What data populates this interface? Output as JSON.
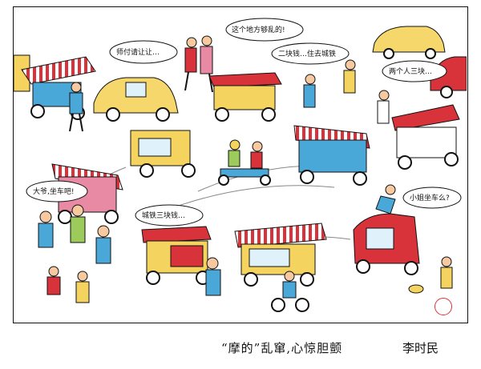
{
  "cartoon": {
    "speech": {
      "driver_where": "师付请让让…",
      "couple": "这个地方够乱的!",
      "two_yuan": "二块钱…住去城铁",
      "two_people": "两个人三块…",
      "grandpa": "大爷,坐车吧!",
      "city_rail_three": "城铁三块钱…",
      "miss": "小姐坐车么?"
    },
    "caption": "“摩的”乱窜,心惊胆颤",
    "author": "李时民",
    "colors": {
      "canopy_red": "#d8333a",
      "canopy_yellow": "#f4d35e",
      "taxi_yellow": "#f6d76b",
      "sky_blue": "#4aa8d8",
      "seal_red": "#d8333a"
    }
  }
}
